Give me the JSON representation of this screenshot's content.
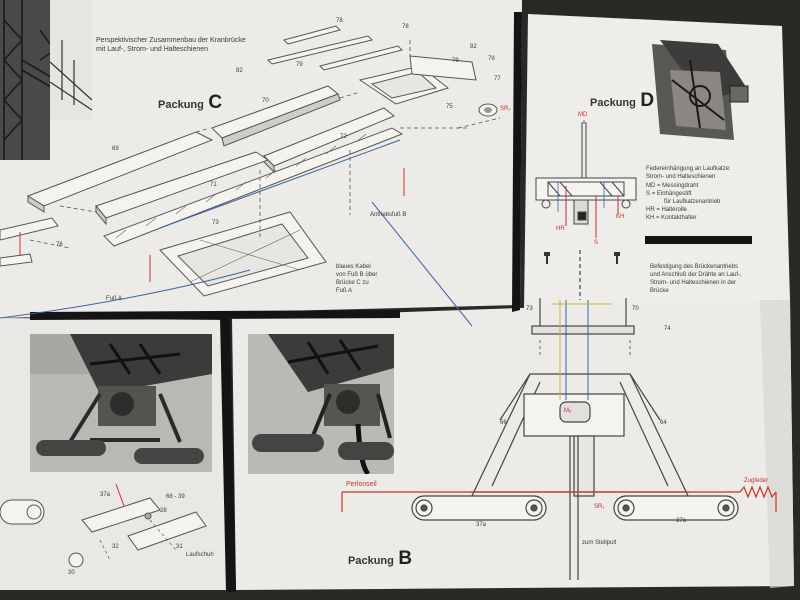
{
  "sheet": {
    "paper_color": "#eceae6",
    "bar_color": "#151515",
    "accent_red": "#c2352a",
    "accent_blue": "#3d63a8"
  },
  "heading": {
    "line1": "Perspektivischer Zusammenbau der Kranbrücke",
    "line2": "mit Lauf-, Strom- und Halteschienen"
  },
  "packages": {
    "c": {
      "word": "Packung",
      "letter": "C"
    },
    "d": {
      "word": "Packung",
      "letter": "D"
    },
    "b": {
      "word": "Packung",
      "letter": "B"
    }
  },
  "part_numbers": {
    "n78a": "78",
    "n78b": "78",
    "n78c": "78",
    "n79a": "79",
    "n79b": "79",
    "n82a": "82",
    "n82b": "82",
    "n77": "77",
    "n75": "75",
    "n70": "70",
    "n69": "69",
    "n72": "72",
    "n71": "71",
    "n73": "73",
    "n76": "76",
    "n74": "74",
    "n73b": "73",
    "n70b": "70",
    "n66": "66",
    "n64": "64",
    "n37a": "37a",
    "n37a2": "37a",
    "n37a3": "37a",
    "n68": "68 - 39",
    "n28": "28",
    "n31": "31",
    "n32": "32",
    "n30": "30"
  },
  "red_labels": {
    "sr_top": "SR₂",
    "md": "MD",
    "hr": "HR",
    "s": "S",
    "kh": "KH",
    "perlonseil": "Perlonseil",
    "sr_bottom": "SR₁",
    "ms": "M₅"
  },
  "legend": {
    "title": "Federeinhängung an Laufkatze:",
    "title2": "Strom- und Halteschienen",
    "rows": [
      {
        "key": "MD",
        "value": "= Messingdraht"
      },
      {
        "key": "S",
        "value": "= Einhängestift"
      },
      {
        "key": "",
        "value": "für Laufkatzenantrieb"
      },
      {
        "key": "HR",
        "value": "= Halterolle"
      },
      {
        "key": "KH",
        "value": "= Kontakthalter"
      }
    ]
  },
  "notes": {
    "antrieb": "Antriebsfuß B",
    "fuss_a": "Fuß A",
    "cable1": "blaues Kabel",
    "cable2": "von Fuß B über",
    "cable3": "Brücke C zu",
    "cable4": "Fuß A",
    "mount1": "Befestigung des Brückenantriebs",
    "mount2": "und Anschluß der Drähte an Lauf-,",
    "mount3": "Strom- und Halteschienen in der",
    "mount4": "Brücke",
    "zugfeder": "Zugfeder",
    "stellpult": "zum Stellpult",
    "laufschuh": "Laufschuh"
  }
}
